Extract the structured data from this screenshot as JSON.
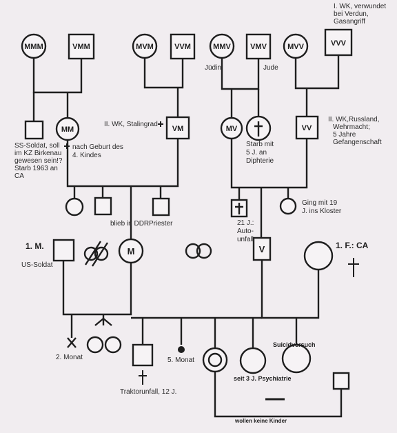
{
  "persons": {
    "mmm": "MMM",
    "vmm": "VMM",
    "mvm": "MVM",
    "vvm": "VVM",
    "mmv": "MMV",
    "vmv": "VMV",
    "mvv": "MVV",
    "vvv": "VVV",
    "mm": "MM",
    "vm": "VM",
    "mv": "MV",
    "vv": "VV",
    "m": "M",
    "v": "V"
  },
  "labels": {
    "first_husband": "1. M.",
    "first_wife": "1. F.: CA"
  },
  "notes": {
    "vvv": [
      "I. WK, verwundet",
      "bei Verdun,",
      "Gasangriff"
    ],
    "mmv": "Jüdin",
    "vmv": "Jude",
    "ss_soldier": [
      "SS-Soldat, soll",
      "im KZ Birkenau",
      "gewesen sein!?",
      "Starb 1963 an",
      "CA"
    ],
    "mm_death": [
      "nach Geburt des",
      "4. Kindes"
    ],
    "vm_war": "II. WK, Stalingrad",
    "vmv_child": [
      "Starb mit",
      "5 J. an",
      "Diphterie"
    ],
    "vv_war": [
      "II. WK,Russland,",
      "Wehrmacht;",
      "5 Jahre",
      "Gefangenschaft"
    ],
    "ddr": "blieb in DDR",
    "priest": "Priester",
    "car_accident": [
      "21 J.:",
      "Auto-",
      "unfall"
    ],
    "monastery": [
      "Ging mit 19",
      "J. ins Kloster"
    ],
    "us_soldier": "US-Soldat",
    "second_month": "2. Monat",
    "fifth_month": "5. Monat",
    "tractor": "Traktorunfall, 12 J.",
    "psychiatry": "seit 3 J. Psychiatrie",
    "suicide": "Suicidversuch",
    "no_children": "wollen keine Kinder"
  }
}
